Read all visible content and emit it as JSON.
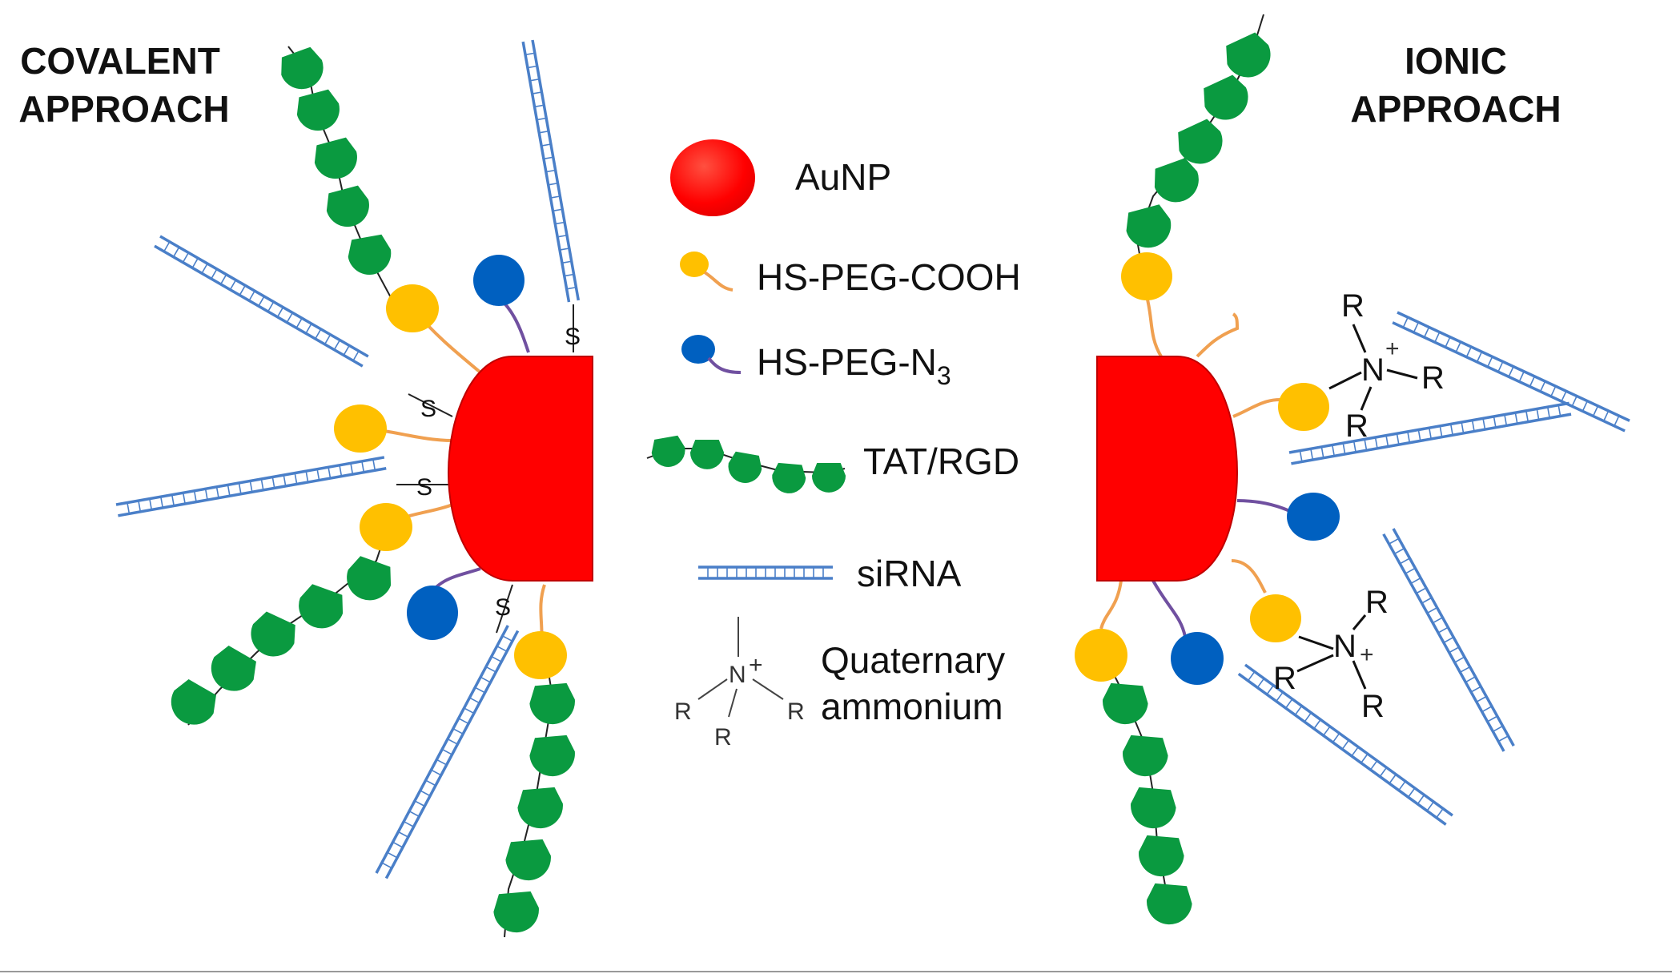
{
  "headings": {
    "covalent": [
      "COVALENT",
      "APPROACH"
    ],
    "ionic": [
      "IONIC",
      "APPROACH"
    ]
  },
  "legend": {
    "aunp": "AuNP",
    "hs_peg_cooh": "HS-PEG-COOH",
    "hs_peg_n3_main": "HS-PEG-N",
    "hs_peg_n3_sub": "3",
    "tat_rgd": "TAT/RGD",
    "sirna": "siRNA",
    "quaternary": [
      "Quaternary",
      "ammonium"
    ]
  },
  "quaternary_symbol": {
    "n": "N",
    "r": "R",
    "charge": "+"
  },
  "sulfur_label": "S",
  "colors": {
    "aunp": "#ff0000",
    "cooh_bead": "#ffc000",
    "cooh_linker": "#f0a050",
    "n3_bead": "#0060c0",
    "n3_linker": "#7050a0",
    "peptide": "#0a9a40",
    "sirna": "#4a7fc8"
  }
}
